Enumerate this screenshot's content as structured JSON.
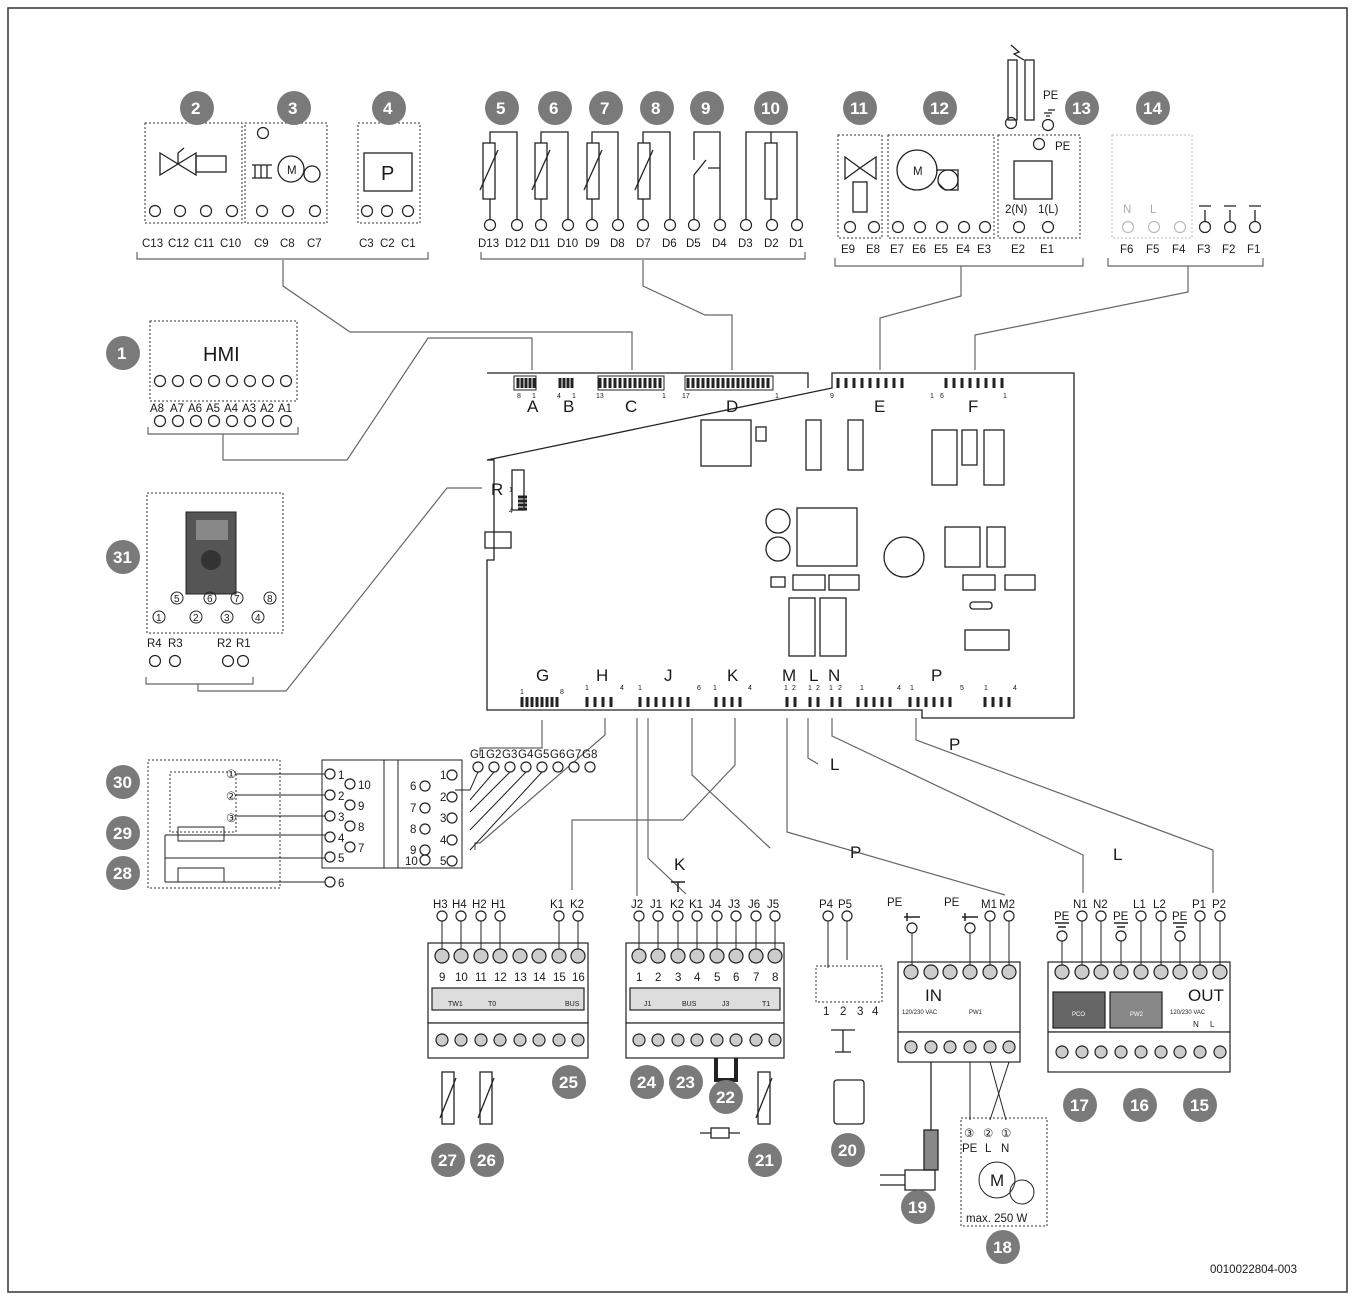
{
  "doc_id": "0010022804-003",
  "callouts": [
    "1",
    "2",
    "3",
    "4",
    "5",
    "6",
    "7",
    "8",
    "9",
    "10",
    "11",
    "12",
    "13",
    "14",
    "15",
    "16",
    "17",
    "18",
    "19",
    "20",
    "21",
    "22",
    "23",
    "24",
    "25",
    "26",
    "27",
    "28",
    "29",
    "30",
    "31"
  ],
  "connectors": {
    "A": "A",
    "B": "B",
    "C": "C",
    "D": "D",
    "E": "E",
    "F": "F",
    "G": "G",
    "H": "H",
    "J": "J",
    "K": "K",
    "M": "M",
    "L": "L",
    "N": "N",
    "P": "P",
    "R": "R"
  },
  "hmi": {
    "title": "HMI",
    "pins": [
      "A8",
      "A7",
      "A6",
      "A5",
      "A4",
      "A3",
      "A2",
      "A1"
    ]
  },
  "c_pins": [
    "C13",
    "C12",
    "C11",
    "C10",
    "C9",
    "C8",
    "C7",
    "C3",
    "C2",
    "C1"
  ],
  "d_pins": [
    "D13",
    "D12",
    "D11",
    "D10",
    "D9",
    "D8",
    "D7",
    "D6",
    "D5",
    "D4",
    "D3",
    "D2",
    "D1"
  ],
  "e_pins": [
    "E9",
    "E8",
    "E7",
    "E6",
    "E5",
    "E4",
    "E3",
    "E2",
    "E1"
  ],
  "e_pin_sub": {
    "e2": "2(N)",
    "e1": "1(L)"
  },
  "f_pins": [
    "F6",
    "F5",
    "F4",
    "F3",
    "F2",
    "F1"
  ],
  "f_sub": {
    "n": "N",
    "l": "L"
  },
  "pe": "PE",
  "p_box": "P",
  "r_pins": [
    "R4",
    "R3",
    "R2",
    "R1"
  ],
  "r_circ": [
    "1",
    "5",
    "2",
    "6",
    "3",
    "7",
    "4",
    "8"
  ],
  "g_pins": [
    "G1",
    "G2",
    "G3",
    "G4",
    "G5",
    "G6",
    "G7",
    "G8"
  ],
  "term_left": [
    "1",
    "2",
    "3",
    "4",
    "5",
    "6"
  ],
  "term_mid": [
    "10",
    "9",
    "8",
    "7"
  ],
  "term_right": [
    "1",
    "6",
    "2",
    "7",
    "3",
    "8",
    "4",
    "9",
    "5",
    "10"
  ],
  "circ123": [
    "①",
    "②",
    "③"
  ],
  "blockA": {
    "top": [
      "H3",
      "H4",
      "H2",
      "H1",
      "K1",
      "K2"
    ],
    "nums": [
      "9",
      "10",
      "11",
      "12",
      "13",
      "14",
      "15",
      "16"
    ],
    "labels": [
      "TW1",
      "T0",
      "",
      "BUS"
    ]
  },
  "blockB": {
    "top": [
      "J2",
      "J1",
      "K2",
      "K1",
      "J4",
      "J3",
      "J6",
      "J5"
    ],
    "nums": [
      "1",
      "2",
      "3",
      "4",
      "5",
      "6",
      "7",
      "8"
    ],
    "labels": [
      "J1",
      "BUS",
      "J3",
      "T1"
    ],
    "k_label": "K"
  },
  "blockC": {
    "top": [
      "P4",
      "P5",
      "PE",
      "PE",
      "M1",
      "M2"
    ],
    "in_label": "IN",
    "in_sub": "120/230 VAC",
    "pw1": "PW1",
    "nums": [
      "1",
      "2",
      "3",
      "4"
    ],
    "p_label": "P"
  },
  "blockD": {
    "top": [
      "N1",
      "N2",
      "L1",
      "L2",
      "P1",
      "P2"
    ],
    "pe": [
      "PE",
      "PE",
      "PE"
    ],
    "l_label": "L",
    "pco": "PCO",
    "pw2": "PW2",
    "out": "OUT",
    "out_sub": "120/230 VAC",
    "nl": [
      "N",
      "L"
    ]
  },
  "pump18": {
    "pins": [
      "③",
      "②",
      "①"
    ],
    "sub": [
      "PE",
      "L",
      "N"
    ],
    "power": "max. 250 W"
  },
  "board_pins": {
    "a": [
      "8",
      "1"
    ],
    "b": [
      "4",
      "1"
    ],
    "c": [
      "13",
      "1"
    ],
    "d": [
      "17",
      "1"
    ],
    "e": [
      "9",
      "1"
    ],
    "f": [
      "6",
      "1"
    ],
    "g": [
      "1",
      "8"
    ],
    "h": [
      "1",
      "4"
    ],
    "j": [
      "1",
      "6"
    ],
    "k": [
      "1",
      "4"
    ],
    "m": [
      "1",
      "2"
    ],
    "l": [
      "1",
      "2"
    ],
    "n": [
      "1",
      "2"
    ],
    "p1": [
      "1",
      "4"
    ],
    "p2": [
      "1",
      "5"
    ],
    "p3": [
      "1",
      "4"
    ],
    "r": [
      "1",
      "4"
    ]
  },
  "motor_m": "M",
  "l_label_mid": "L",
  "p_label_mid": "P"
}
